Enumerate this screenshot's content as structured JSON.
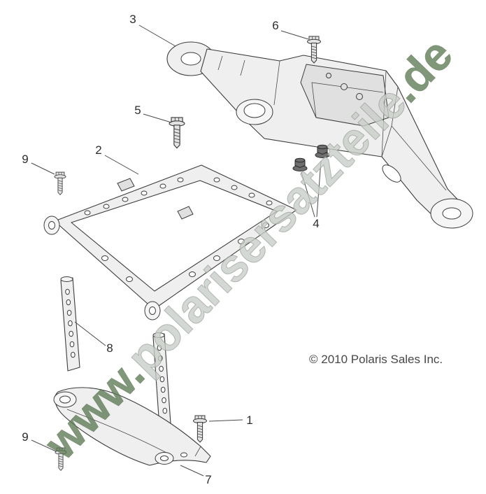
{
  "page": {
    "background": "#ffffff"
  },
  "watermark": {
    "prefix": "www.",
    "middle": "polarisersatzteile",
    "suffix": ".de"
  },
  "copyright": {
    "text": "© 2010 Polaris Sales Inc."
  },
  "callouts": {
    "item3": "3",
    "item6": "6",
    "item5": "5",
    "item2": "2",
    "item9_upper": "9",
    "item4": "4",
    "item8": "8",
    "item1": "1",
    "item9_lower": "9",
    "item7": "7"
  },
  "colors": {
    "line": "#3c3c3c",
    "part_fill": "#efefef",
    "watermark_gray": "#c9cec8",
    "watermark_green": "#5e7a55"
  }
}
